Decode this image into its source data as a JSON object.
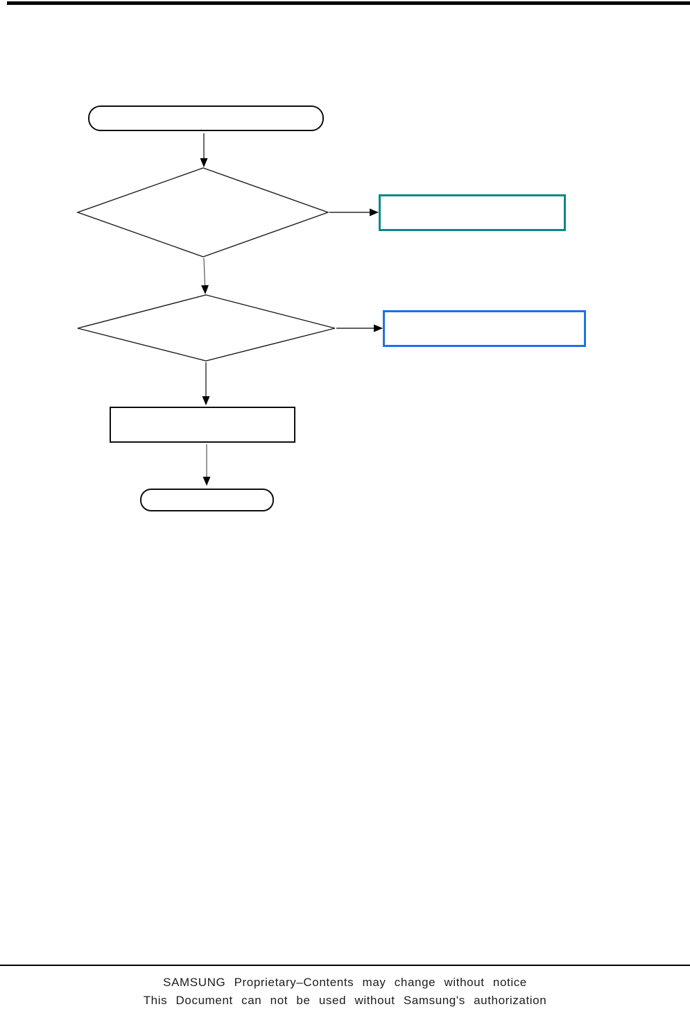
{
  "page": {
    "background_color": "#ffffff",
    "kind": "service-manual-page"
  },
  "flowchart": {
    "shapes": [
      {
        "id": "start-terminator",
        "type": "terminator",
        "label": ""
      },
      {
        "id": "decision-1",
        "type": "decision-diamond",
        "label": ""
      },
      {
        "id": "result-box-teal",
        "type": "result-box",
        "label": "",
        "border_color": "#0a8787"
      },
      {
        "id": "decision-2",
        "type": "decision-diamond",
        "label": ""
      },
      {
        "id": "result-box-blue",
        "type": "result-box",
        "label": "",
        "border_color": "#1e70e8"
      },
      {
        "id": "process-box",
        "type": "process",
        "label": ""
      },
      {
        "id": "end-terminator",
        "type": "terminator",
        "label": ""
      }
    ],
    "connectors": [
      {
        "from": "start-terminator",
        "to": "decision-1",
        "direction": "down"
      },
      {
        "from": "decision-1",
        "to": "result-box-teal",
        "direction": "right"
      },
      {
        "from": "decision-1",
        "to": "decision-2",
        "direction": "down"
      },
      {
        "from": "decision-2",
        "to": "result-box-blue",
        "direction": "right"
      },
      {
        "from": "decision-2",
        "to": "process-box",
        "direction": "down"
      },
      {
        "from": "process-box",
        "to": "end-terminator",
        "direction": "down"
      }
    ],
    "colors": {
      "shape_border": "#0d0d0d",
      "teal_box_border": "#0a8787",
      "blue_box_border": "#1e70e8",
      "connector_line": "#2a2a2a",
      "arrowhead": "#000000"
    }
  },
  "footer": {
    "line1": "SAMSUNG Proprietary–Contents may change without notice",
    "line2": "This Document can not be used without Samsung's authorization"
  }
}
